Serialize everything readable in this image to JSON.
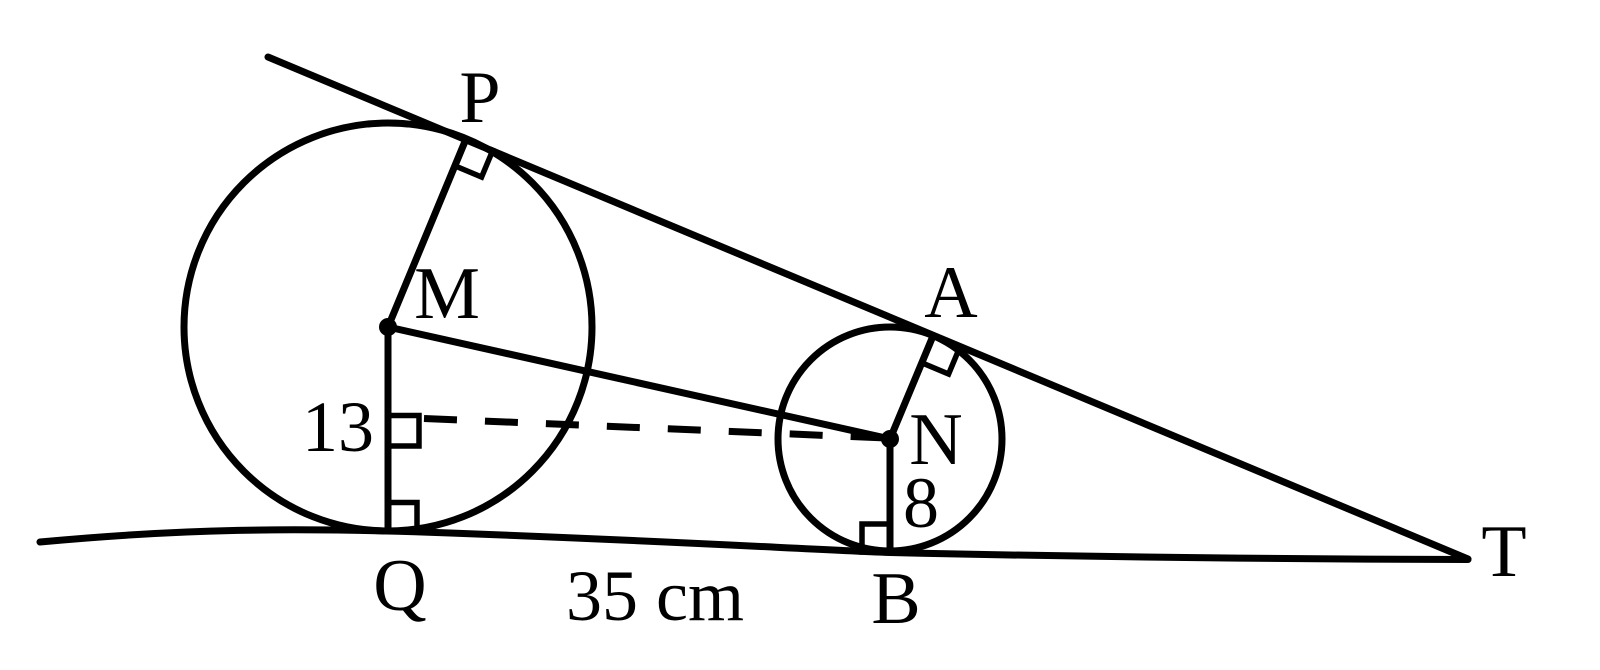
{
  "diagram": {
    "points": {
      "P": "P",
      "M": "M",
      "A": "A",
      "N": "N",
      "Q": "Q",
      "B": "B",
      "T": "T"
    },
    "measurements": {
      "radius_MQ": "13",
      "radius_NB": "8",
      "distance_QB": "35 cm"
    },
    "colors": {
      "ink": "#000000",
      "background": "#ffffff"
    }
  }
}
